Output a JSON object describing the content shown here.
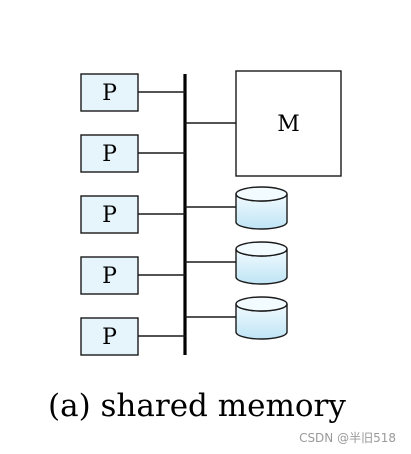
{
  "diagram": {
    "processor_labels": [
      "P",
      "P",
      "P",
      "P",
      "P"
    ],
    "memory_label": "M",
    "disk_count": 3,
    "caption": "(a) shared memory"
  },
  "watermark": "CSDN @半旧518",
  "colors": {
    "processor_fill": "#e6f4fc",
    "disk_fill_top": "#f2fbff",
    "disk_fill_bottom": "#bfe4f5",
    "line": "#1a1a1a"
  }
}
